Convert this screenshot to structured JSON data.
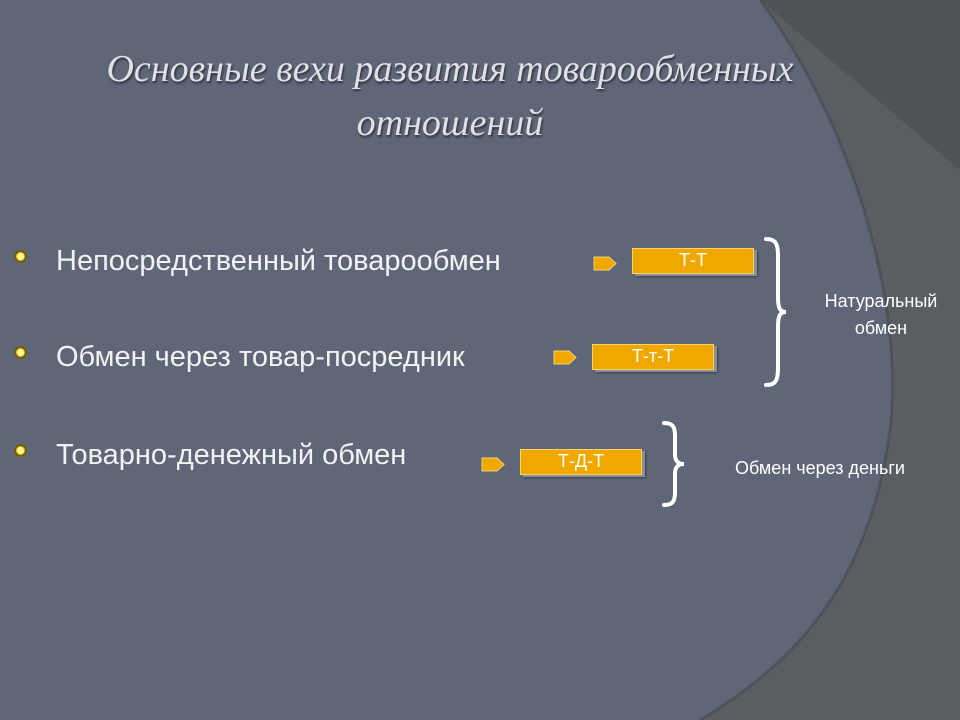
{
  "slide": {
    "title": "Основные вехи развития товарообменных отношений",
    "bullets": [
      {
        "text": "Непосредственный товарообмен",
        "formula": "Т-Т"
      },
      {
        "text": "Обмен через товар-посредник",
        "formula": "Т-т-Т"
      },
      {
        "text": "Товарно-денежный обмен",
        "formula": "Т-Д-Т"
      }
    ],
    "groups": [
      {
        "label_line1": "Натуральный",
        "label_line2": "обмен"
      },
      {
        "label": "Обмен через деньги"
      }
    ]
  },
  "colors": {
    "background": "#4f5257",
    "panel": "#5e6678",
    "accent": "#f0a800",
    "bullet": "#e8c30a",
    "text": "#f2f2f2"
  },
  "icons": {
    "bullet": "circle-bullet-icon",
    "arrow": "arrow-tag-icon",
    "bracket": "curly-bracket-icon"
  }
}
